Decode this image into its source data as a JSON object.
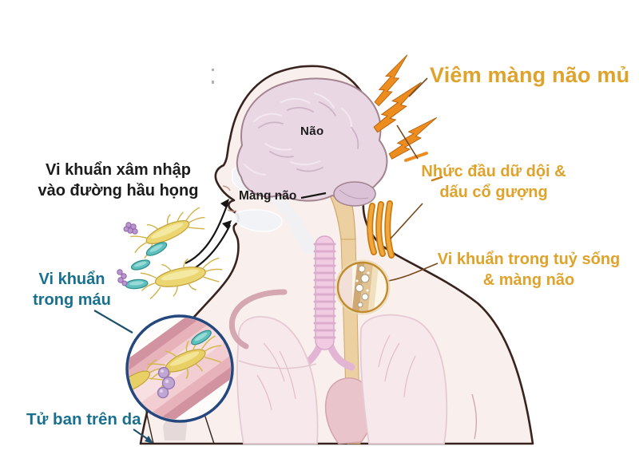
{
  "diagram": {
    "title": "Viêm màng não mủ",
    "labels": {
      "brain": "Não",
      "meninges": "Màng não",
      "invade": {
        "line1": "Vi khuẩn xâm nhập",
        "line2": "vào đường hầu họng"
      },
      "blood": {
        "line1": "Vi khuẩn",
        "line2": "trong máu"
      },
      "skin": "Tử ban trên da",
      "headache": {
        "line1": "Nhức đầu dữ dội &",
        "line2": "dấu cổ gượng"
      },
      "spine": {
        "line1": "Vi khuẩn trong tuỷ sống",
        "line2": "& màng não"
      }
    },
    "colors": {
      "title_gold": "#DFA32B",
      "label_black": "#1B1B1B",
      "label_teal": "#19708E",
      "symptom_orange": "#ED8C1F",
      "body_outline": "#38231E",
      "blood_inset_ring": "#24477E",
      "spine_inset_ring": "#C08A2E"
    },
    "icons": {
      "pain_lightning": "lightning-bolt",
      "stiff_neck_marks": "curved-stripes",
      "invasion_arrow": "curved-arrow",
      "leader_lines": "thin-line"
    }
  }
}
